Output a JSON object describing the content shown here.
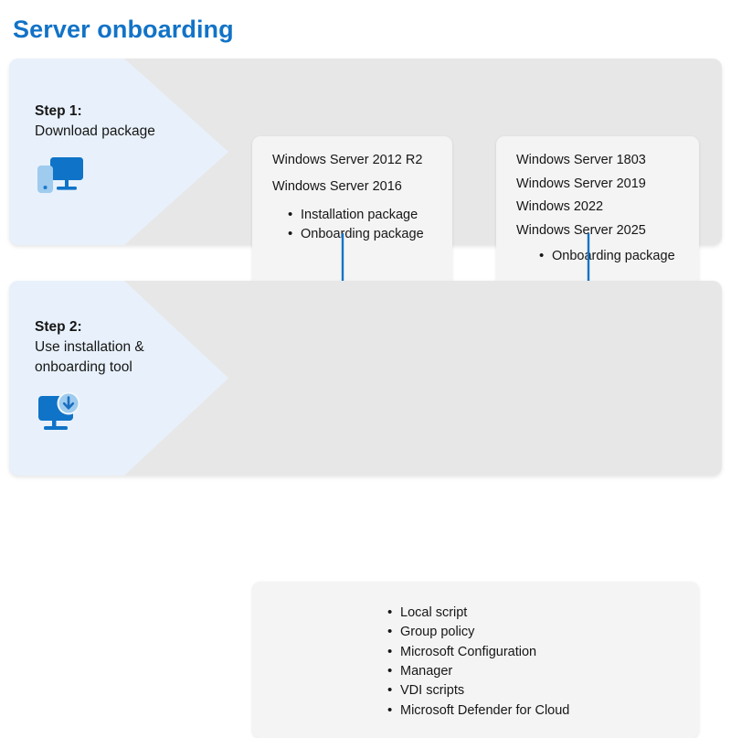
{
  "page": {
    "title": "Server onboarding",
    "accent_color": "#1273c7",
    "band_color": "#e7e7e7",
    "chevron_color": "#e8f1fb",
    "card_color": "#f4f4f4"
  },
  "steps": [
    {
      "label": "Step 1:",
      "description": "Download package",
      "icon": "monitor-and-device-icon"
    },
    {
      "label": "Step 2:",
      "description": "Use installation & onboarding tool",
      "icon": "monitor-download-icon"
    }
  ],
  "cards": {
    "legacy": {
      "os_versions": [
        "Windows Server 2012 R2",
        "Windows Server 2016"
      ],
      "packages": [
        "Installation package",
        "Onboarding package"
      ]
    },
    "modern": {
      "os_versions": [
        "Windows Server 1803",
        "Windows Server 2019",
        "Windows 2022",
        "Windows Server 2025"
      ],
      "packages": [
        "Onboarding package"
      ]
    },
    "tools": {
      "methods": [
        "Local script",
        "Group policy",
        "Microsoft Configuration",
        "Manager",
        "VDI scripts",
        "Microsoft Defender for Cloud"
      ]
    }
  },
  "connectors": [
    {
      "name": "arrow-legacy-to-tools",
      "direction": "down",
      "color": "#1273c7"
    },
    {
      "name": "arrow-modern-to-tools",
      "direction": "down",
      "color": "#1273c7"
    }
  ]
}
